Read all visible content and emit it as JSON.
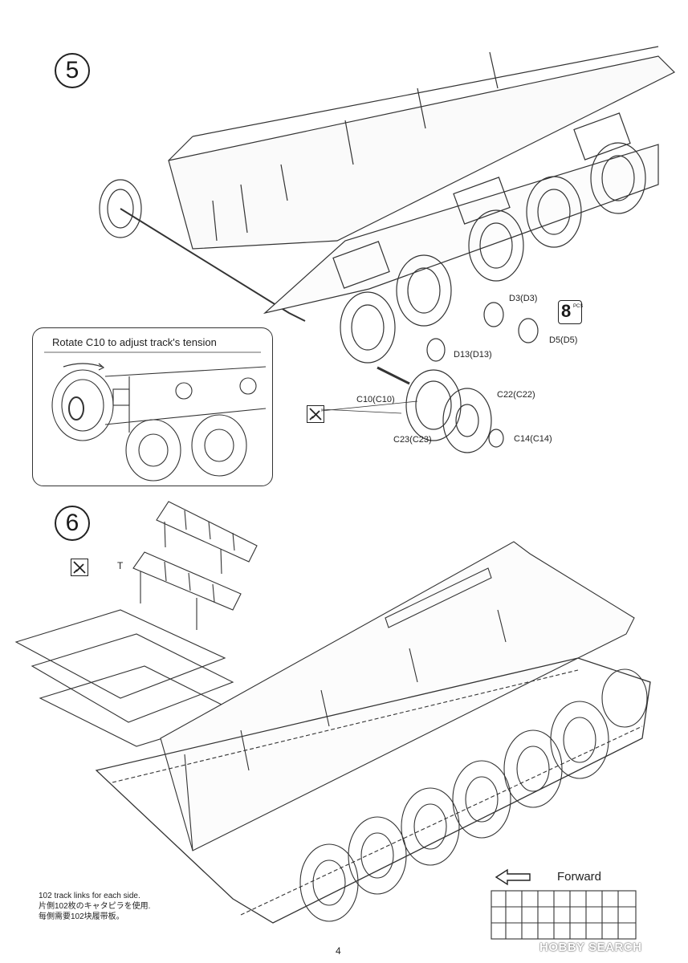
{
  "steps": {
    "step5_number": "5",
    "step6_number": "6"
  },
  "inset": {
    "title": "Rotate C10 to adjust track's tension"
  },
  "parts": {
    "d3": "D3(D3)",
    "d5": "D5(D5)",
    "d13": "D13(D13)",
    "c10": "C10(C10)",
    "c22": "C22(C22)",
    "c23": "C23(C23)",
    "c14": "C14(C14)",
    "t": "T"
  },
  "pcs_badge": {
    "count": "8",
    "unit": "PCS"
  },
  "track_note": {
    "en": "102 track links for each side.",
    "ja": "片側102枚のキャタピラを使用.",
    "zh": "每側需要102块履带板。"
  },
  "forward_label": "Forward",
  "page_number": "4",
  "watermark": "HOBBY SEARCH",
  "icons": {
    "cut": "nipper-cut-icon",
    "arrow": "arrow-left-icon"
  }
}
